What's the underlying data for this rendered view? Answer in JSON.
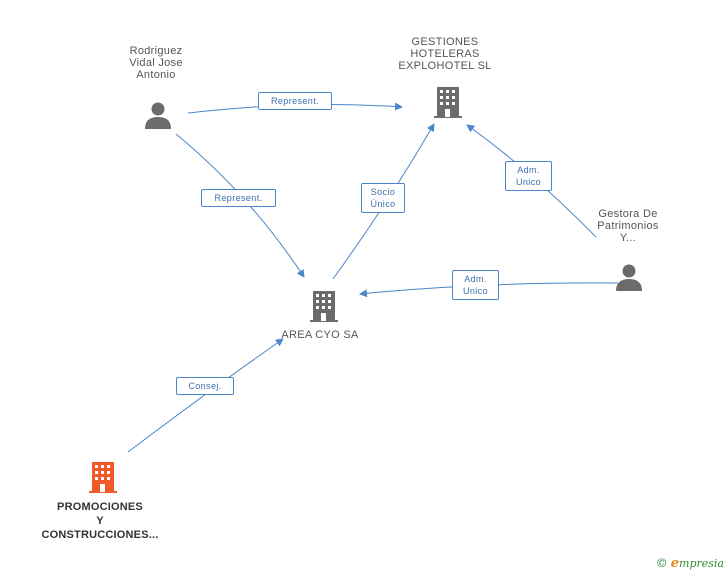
{
  "nodes": {
    "rodriguez": {
      "label": "Rodriguez\nVidal Jose\nAntonio",
      "kind": "person"
    },
    "gestiones": {
      "label": "GESTIONES\nHOTELERAS\nEXPLOHOTEL SL",
      "kind": "company"
    },
    "gestora": {
      "label": "Gestora De\nPatrimonios\nY...",
      "kind": "person"
    },
    "area": {
      "label": "AREA CYO SA",
      "kind": "company"
    },
    "promociones": {
      "label": "PROMOCIONES\nY\nCONSTRUCCIONES...",
      "kind": "company-highlight"
    }
  },
  "edges": [
    {
      "id": "rod-gest",
      "label": "Represent."
    },
    {
      "id": "rod-area",
      "label": "Represent."
    },
    {
      "id": "area-gest",
      "label": "Socio\nÚnico"
    },
    {
      "id": "gestora-gest",
      "label": "Adm.\nUnico"
    },
    {
      "id": "gestora-area",
      "label": "Adm.\nUnico"
    },
    {
      "id": "prom-area",
      "label": "Consej."
    }
  ],
  "colors": {
    "edge": "#4a86c8",
    "icon": "#6b6b6b",
    "highlight": "#f05a28"
  },
  "brand": {
    "copyright": "©",
    "initial": "e",
    "name": "mpresia"
  }
}
